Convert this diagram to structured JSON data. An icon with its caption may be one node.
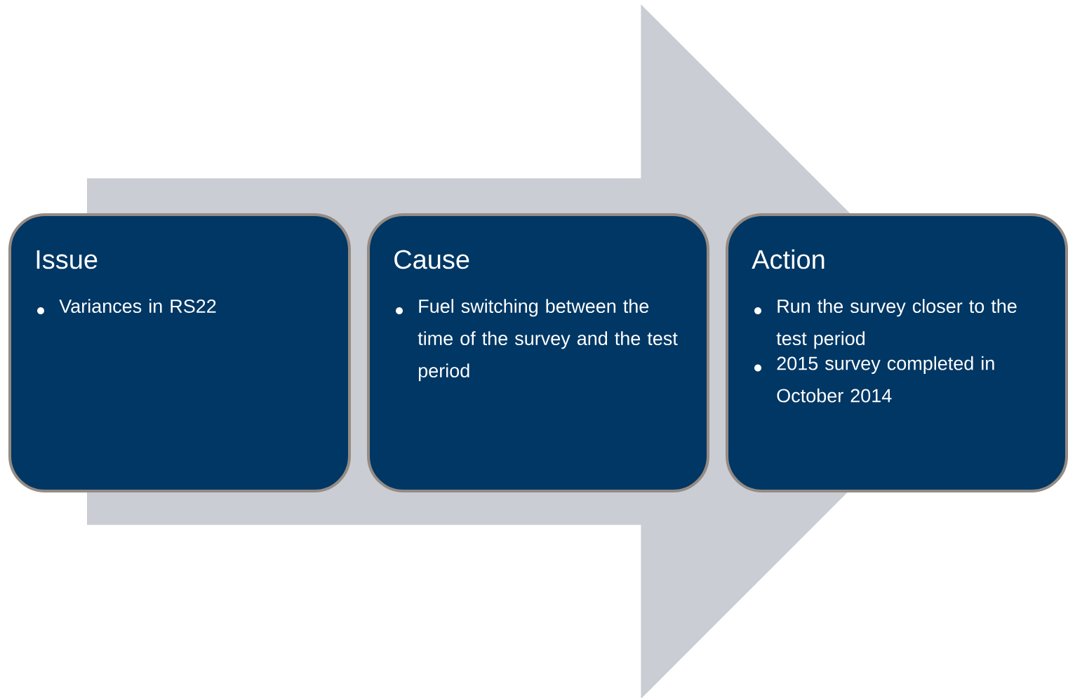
{
  "diagram": {
    "nodes": [
      {
        "text": [
          "Issue",
          "Variances in RS22"
        ]
      },
      {
        "text": [
          "Cause",
          "Fuel switching between the time of the survey and the test period"
        ]
      },
      {
        "text": [
          "Action",
          "Run the survey closer to the test period",
          "2015 survey completed in October 2014"
        ]
      }
    ],
    "edges": [
      {
        "from": 0,
        "to": 2,
        "arrow": "to"
      }
    ]
  }
}
